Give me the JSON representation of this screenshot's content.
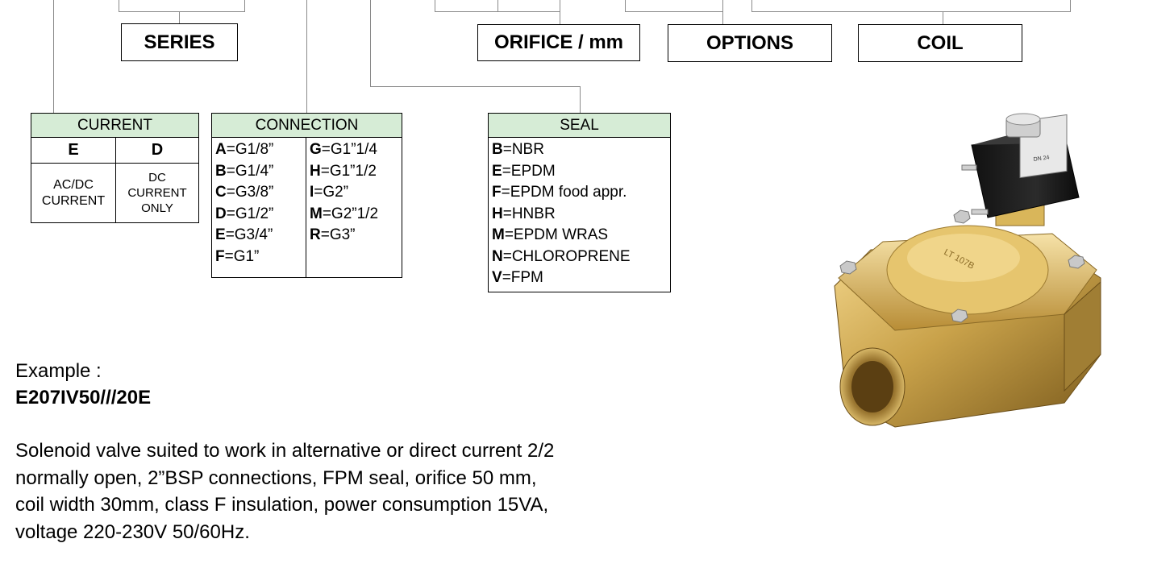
{
  "top_boxes": {
    "series": "SERIES",
    "orifice": "ORIFICE / mm",
    "options": "OPTIONS",
    "coil": "COIL"
  },
  "current_table": {
    "title": "CURRENT",
    "col1_code": "E",
    "col2_code": "D",
    "col1_desc": "AC/DC CURRENT",
    "col2_desc": "DC CURRENT ONLY"
  },
  "connection_table": {
    "title": "CONNECTION",
    "left": [
      {
        "code": "A",
        "value": "=G1/8”"
      },
      {
        "code": "B",
        "value": "=G1/4”"
      },
      {
        "code": "C",
        "value": "=G3/8”"
      },
      {
        "code": "D",
        "value": "=G1/2”"
      },
      {
        "code": "E",
        "value": "=G3/4”"
      },
      {
        "code": "F",
        "value": "=G1”"
      }
    ],
    "right": [
      {
        "code": "G",
        "value": "=G1”1/4"
      },
      {
        "code": "H",
        "value": "=G1”1/2"
      },
      {
        "code": "I",
        "value": "=G2”"
      },
      {
        "code": "M",
        "value": "=G2”1/2"
      },
      {
        "code": "R",
        "value": "=G3”"
      }
    ]
  },
  "seal_table": {
    "title": "SEAL",
    "rows": [
      {
        "code": "B",
        "value": "=NBR"
      },
      {
        "code": "E",
        "value": "=EPDM"
      },
      {
        "code": "F",
        "value": "=EPDM food appr."
      },
      {
        "code": "H",
        "value": "=HNBR"
      },
      {
        "code": "M",
        "value": "=EPDM WRAS"
      },
      {
        "code": "N",
        "value": "=CHLOROPRENE"
      },
      {
        "code": "V",
        "value": "=FPM"
      }
    ]
  },
  "example": {
    "label": "Example :",
    "code": "E207IV50///20E"
  },
  "description": [
    "Solenoid valve suited to work in alternative or direct current 2/2",
    "normally open, 2”BSP connections, FPM seal, orifice 50 mm,",
    "coil width 30mm, class F insulation, power consumption 15VA,",
    "voltage 220-230V  50/60Hz."
  ],
  "valve_labels": {
    "body_mark": "LT 107B",
    "coil_mark": "DN 24"
  },
  "colors": {
    "table_header": "#d6ecd6",
    "connector_line": "#8a8a8a",
    "brass": "#c9a24a",
    "coil_black": "#1c1c1c"
  }
}
